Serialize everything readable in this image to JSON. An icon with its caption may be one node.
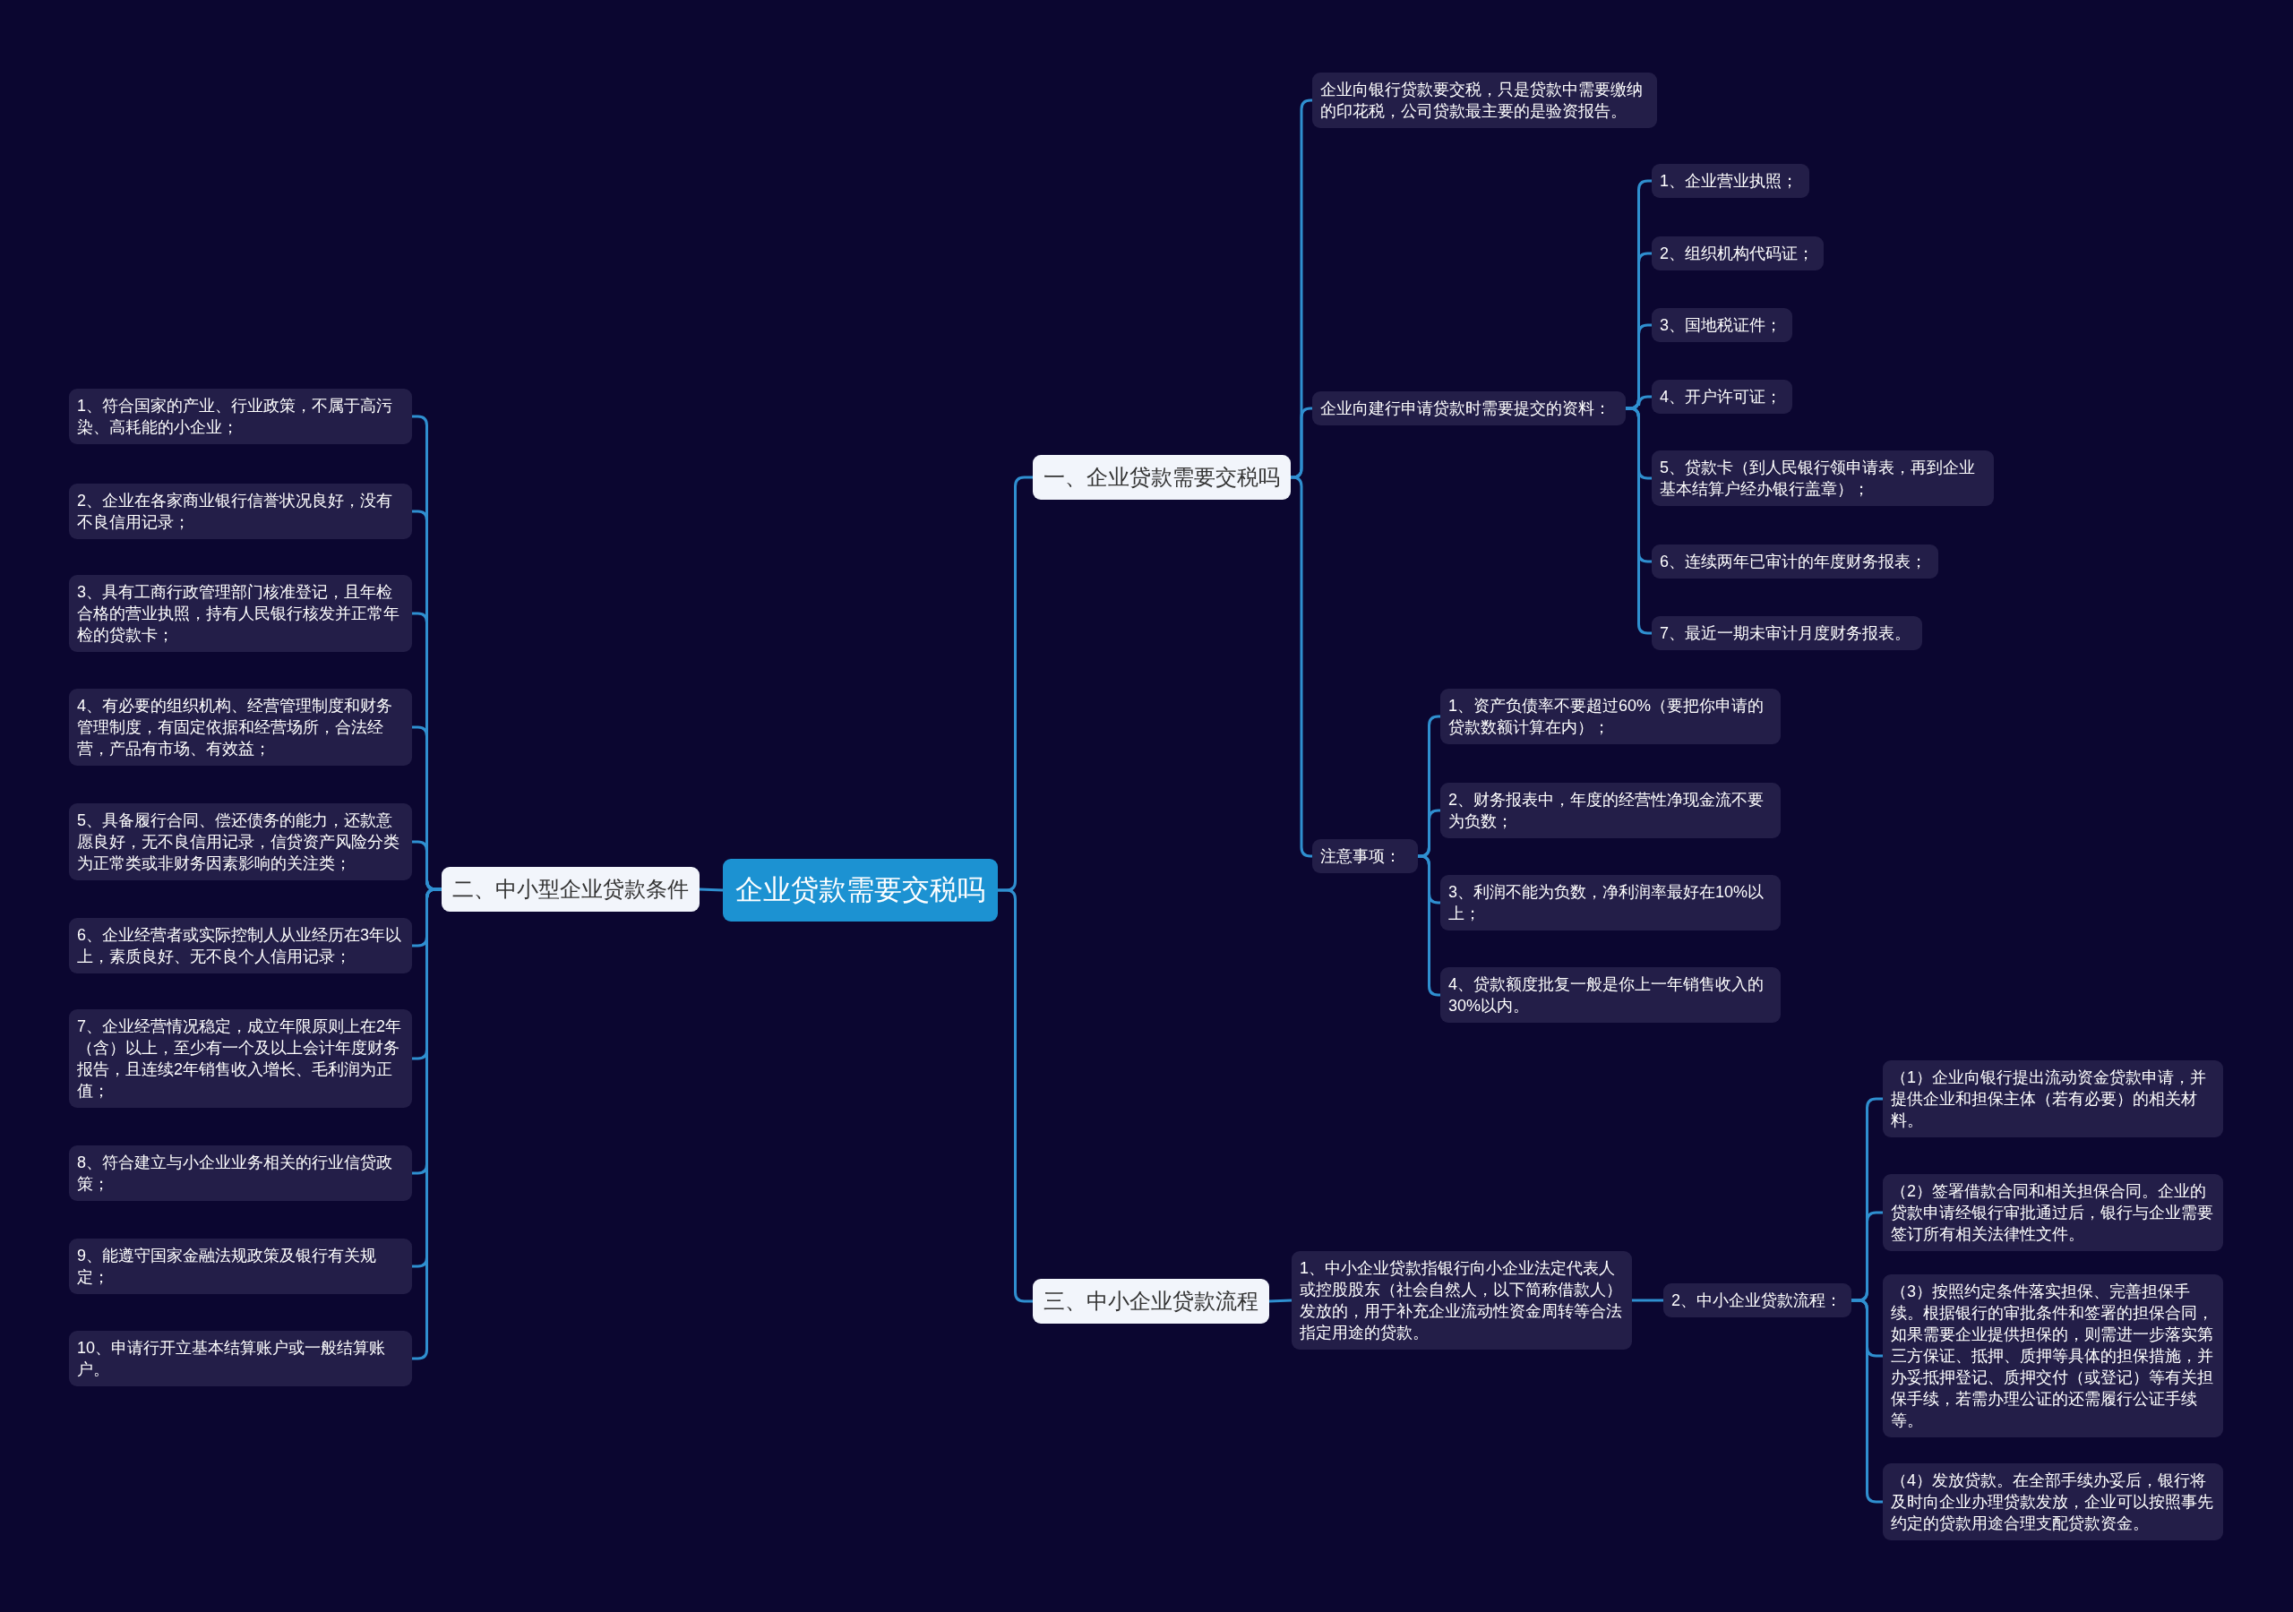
{
  "diagram": {
    "nodes": [
      {
        "text": [
          "企业贷款需要交税吗"
        ]
      },
      {
        "text": [
          "一、企业贷款需要交税吗"
        ]
      },
      {
        "text": [
          "企业向银行贷款要交税，只是贷款中需要缴纳的印花税，公司贷款最主要的是验资报告。"
        ]
      },
      {
        "text": [
          "企业向建行申请贷款时需要提交的资料："
        ]
      },
      {
        "text": [
          "1、企业营业执照；"
        ]
      },
      {
        "text": [
          "2、组织机构代码证；"
        ]
      },
      {
        "text": [
          "3、国地税证件；"
        ]
      },
      {
        "text": [
          "4、开户许可证；"
        ]
      },
      {
        "text": [
          "5、贷款卡（到人民银行领申请表，再到企业基本结算户经办银行盖章）；"
        ]
      },
      {
        "text": [
          "6、连续两年已审计的年度财务报表；"
        ]
      },
      {
        "text": [
          "7、最近一期未审计月度财务报表。"
        ]
      },
      {
        "text": [
          "注意事项："
        ]
      },
      {
        "text": [
          "1、资产负债率不要超过60%（要把你申请的贷款数额计算在内）；"
        ]
      },
      {
        "text": [
          "2、财务报表中，年度的经营性净现金流不要为负数；"
        ]
      },
      {
        "text": [
          "3、利润不能为负数，净利润率最好在10%以上；"
        ]
      },
      {
        "text": [
          "4、贷款额度批复一般是你上一年销售收入的30%以内。"
        ]
      },
      {
        "text": [
          "三、中小企业贷款流程"
        ]
      },
      {
        "text": [
          "1、中小企业贷款指银行向小企业法定代表人或控股股东（社会自然人，以下简称借款人）发放的，用于补充企业流动性资金周转等合法指定用途的贷款。"
        ]
      },
      {
        "text": [
          "2、中小企业贷款流程："
        ]
      },
      {
        "text": [
          "（1）企业向银行提出流动资金贷款申请，并提供企业和担保主体（若有必要）的相关材料。"
        ]
      },
      {
        "text": [
          "（2）签署借款合同和相关担保合同。企业的贷款申请经银行审批通过后，银行与企业需要签订所有相关法律性文件。"
        ]
      },
      {
        "text": [
          "（3）按照约定条件落实担保、完善担保手续。根据银行的审批条件和签署的担保合同，如果需要企业提供担保的，则需进一步落实第三方保证、抵押、质押等具体的担保措施，并办妥抵押登记、质押交付（或登记）等有关担保手续，若需办理公证的还需履行公证手续等。"
        ]
      },
      {
        "text": [
          "（4）发放贷款。在全部手续办妥后，银行将及时向企业办理贷款发放，企业可以按照事先约定的贷款用途合理支配贷款资金。"
        ]
      },
      {
        "text": [
          "二、中小型企业贷款条件"
        ]
      },
      {
        "text": [
          "1、符合国家的产业、行业政策，不属于高污染、高耗能的小企业；"
        ]
      },
      {
        "text": [
          "2、企业在各家商业银行信誉状况良好，没有不良信用记录；"
        ]
      },
      {
        "text": [
          "3、具有工商行政管理部门核准登记，且年检合格的营业执照，持有人民银行核发并正常年检的贷款卡；"
        ]
      },
      {
        "text": [
          "4、有必要的组织机构、经营管理制度和财务管理制度，有固定依据和经营场所，合法经营，产品有市场、有效益；"
        ]
      },
      {
        "text": [
          "5、具备履行合同、偿还债务的能力，还款意愿良好，无不良信用记录，信贷资产风险分类为正常类或非财务因素影响的关注类；"
        ]
      },
      {
        "text": [
          "6、企业经营者或实际控制人从业经历在3年以上，素质良好、无不良个人信用记录；"
        ]
      },
      {
        "text": [
          "7、企业经营情况稳定，成立年限原则上在2年（含）以上，至少有一个及以上会计年度财务报告，且连续2年销售收入增长、毛利润为正值；"
        ]
      },
      {
        "text": [
          "8、符合建立与小企业业务相关的行业信贷政策；"
        ]
      },
      {
        "text": [
          "9、能遵守国家金融法规政策及银行有关规定；"
        ]
      },
      {
        "text": [
          "10、申请行开立基本结算账户或一般结算账户。"
        ]
      }
    ],
    "edges": [
      {
        "from": 0,
        "to": 1,
        "arrow": "none"
      },
      {
        "from": 1,
        "to": 2,
        "arrow": "none"
      },
      {
        "from": 1,
        "to": 3,
        "arrow": "none"
      },
      {
        "from": 3,
        "to": 4,
        "arrow": "none"
      },
      {
        "from": 3,
        "to": 5,
        "arrow": "none"
      },
      {
        "from": 3,
        "to": 6,
        "arrow": "none"
      },
      {
        "from": 3,
        "to": 7,
        "arrow": "none"
      },
      {
        "from": 3,
        "to": 8,
        "arrow": "none"
      },
      {
        "from": 3,
        "to": 9,
        "arrow": "none"
      },
      {
        "from": 3,
        "to": 10,
        "arrow": "none"
      },
      {
        "from": 1,
        "to": 11,
        "arrow": "none"
      },
      {
        "from": 11,
        "to": 12,
        "arrow": "none"
      },
      {
        "from": 11,
        "to": 13,
        "arrow": "none"
      },
      {
        "from": 11,
        "to": 14,
        "arrow": "none"
      },
      {
        "from": 11,
        "to": 15,
        "arrow": "none"
      },
      {
        "from": 0,
        "to": 16,
        "arrow": "none"
      },
      {
        "from": 16,
        "to": 17,
        "arrow": "none"
      },
      {
        "from": 17,
        "to": 18,
        "arrow": "none"
      },
      {
        "from": 18,
        "to": 19,
        "arrow": "none"
      },
      {
        "from": 18,
        "to": 20,
        "arrow": "none"
      },
      {
        "from": 18,
        "to": 21,
        "arrow": "none"
      },
      {
        "from": 18,
        "to": 22,
        "arrow": "none"
      },
      {
        "from": 0,
        "to": 23,
        "arrow": "none"
      },
      {
        "from": 23,
        "to": 24,
        "arrow": "none"
      },
      {
        "from": 23,
        "to": 25,
        "arrow": "none"
      },
      {
        "from": 23,
        "to": 26,
        "arrow": "none"
      },
      {
        "from": 23,
        "to": 27,
        "arrow": "none"
      },
      {
        "from": 23,
        "to": 28,
        "arrow": "none"
      },
      {
        "from": 23,
        "to": 29,
        "arrow": "none"
      },
      {
        "from": 23,
        "to": 30,
        "arrow": "none"
      },
      {
        "from": 23,
        "to": 31,
        "arrow": "none"
      },
      {
        "from": 23,
        "to": 32,
        "arrow": "none"
      },
      {
        "from": 23,
        "to": 33,
        "arrow": "none"
      }
    ]
  }
}
